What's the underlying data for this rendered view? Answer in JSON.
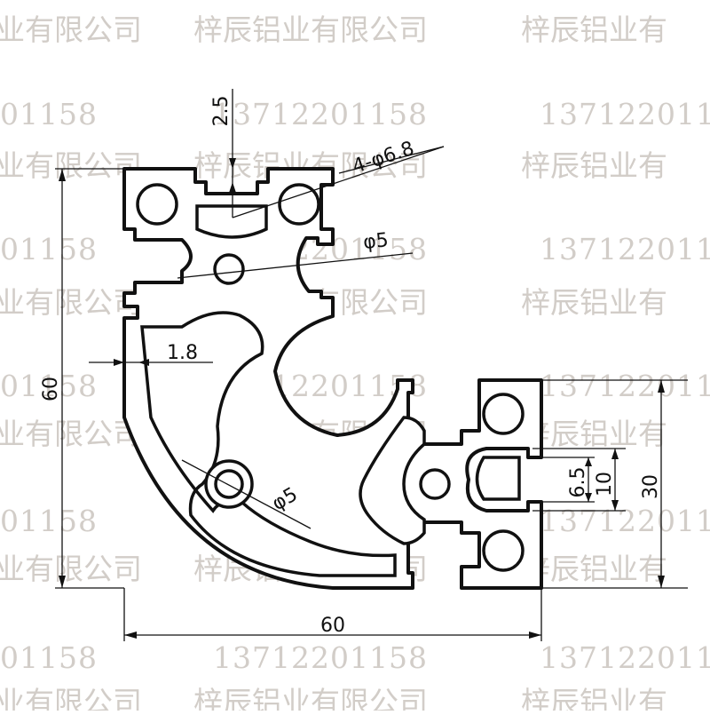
{
  "watermark": {
    "company": "梓辰铝业有限公司",
    "company_partial_left": "业有限公司",
    "company_partial_right": "梓辰铝业有",
    "phone": "13712201158",
    "phone_partial_left": "01158",
    "phone_partial_right": "1371220115"
  },
  "dimensions": {
    "overall_height": "60",
    "overall_width": "60",
    "slot_depth": "2.5",
    "hole_large": "4-φ6.8",
    "hole_center_top": "φ5",
    "hole_center_arc": "φ5",
    "wall_thickness": "1.8",
    "slot_opening": "6.5",
    "slot_width": "10",
    "leg_width": "30"
  },
  "colors": {
    "line": "#111111",
    "watermark": "#d2cdc8",
    "background": "#ffffff"
  }
}
